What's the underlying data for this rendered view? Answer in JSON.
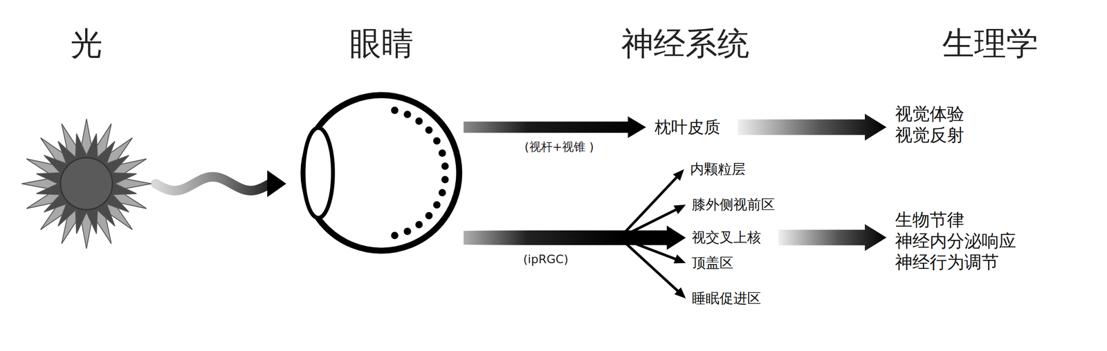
{
  "diagram": {
    "nodes": [
      {
        "text": [
          "光"
        ]
      },
      {
        "text": [
          "眼睛"
        ]
      },
      {
        "text": [
          "枕叶皮质"
        ]
      },
      {
        "text": [
          "视觉体验",
          "视觉反射"
        ]
      },
      {
        "text": [
          "内颗粒层"
        ]
      },
      {
        "text": [
          "膝外侧视前区"
        ]
      },
      {
        "text": [
          "视交叉上核"
        ]
      },
      {
        "text": [
          "顶盖区"
        ]
      },
      {
        "text": [
          "睡眠促进区"
        ]
      },
      {
        "text": [
          "生物节律",
          "神经内分泌响应",
          "神经行为调节"
        ]
      }
    ],
    "edges": [
      {
        "from": 0,
        "to": 1,
        "arrow": "to"
      },
      {
        "from": 1,
        "to": 2,
        "label": "(视杆+视锥 )",
        "arrow": "to"
      },
      {
        "from": 1,
        "to": 4,
        "arrow": "to"
      },
      {
        "from": 1,
        "to": 5,
        "arrow": "to"
      },
      {
        "from": 1,
        "to": 6,
        "label": "(ipRGC)",
        "arrow": "to"
      },
      {
        "from": 1,
        "to": 7,
        "arrow": "to"
      },
      {
        "from": 1,
        "to": 8,
        "arrow": "to"
      },
      {
        "from": 2,
        "to": 3,
        "arrow": "to"
      },
      {
        "from": 6,
        "to": 9,
        "arrow": "to"
      }
    ],
    "labels": [
      "神经系统",
      "生理学"
    ]
  }
}
